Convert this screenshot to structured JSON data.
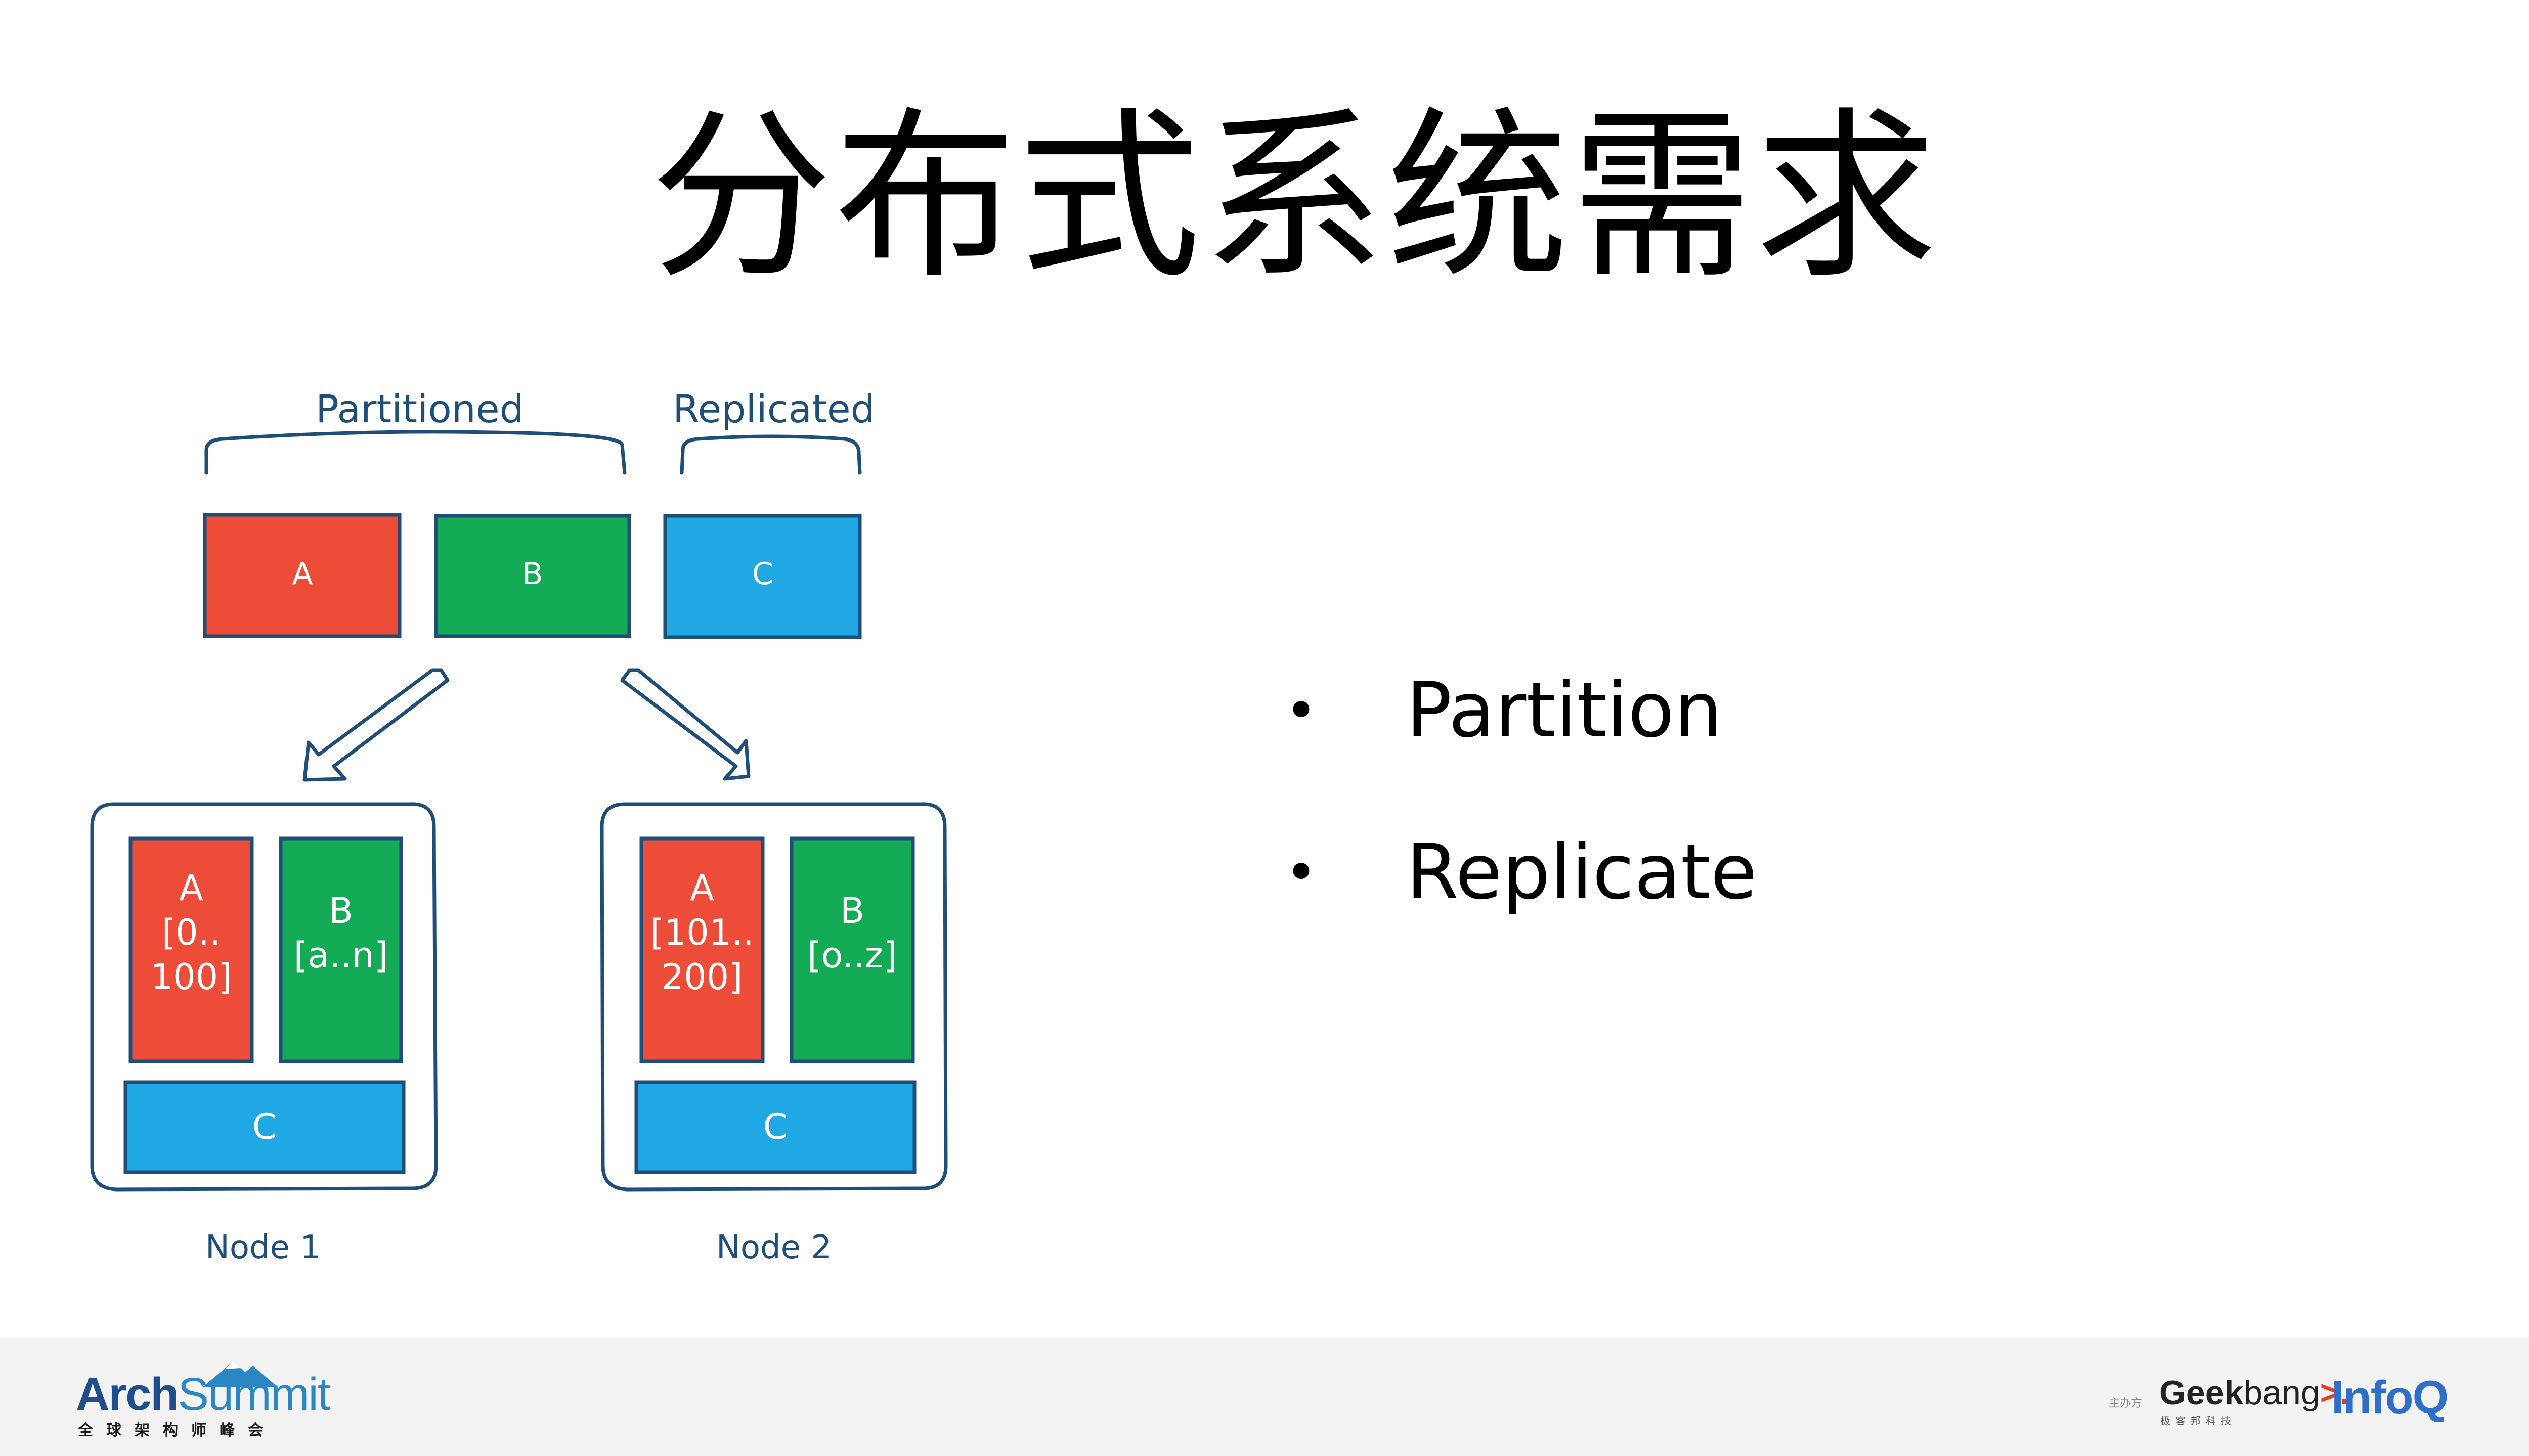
{
  "slide": {
    "title": "分布式系统需求"
  },
  "diagram": {
    "labels": {
      "partitioned": "Partitioned",
      "replicated": "Replicated"
    },
    "source_blocks": [
      {
        "label": "A",
        "color": "#ec4c38"
      },
      {
        "label": "B",
        "color": "#13ab55"
      },
      {
        "label": "C",
        "color": "#1fa8e4"
      }
    ],
    "nodes": [
      {
        "name": "Node 1",
        "a_lines": [
          "A",
          "[0..",
          "100]"
        ],
        "b_lines": [
          "B",
          "[a..n]"
        ],
        "c_label": "C"
      },
      {
        "name": "Node 2",
        "a_lines": [
          "A",
          "[101..",
          "200]"
        ],
        "b_lines": [
          "B",
          "[o..z]"
        ],
        "c_label": "C"
      }
    ],
    "stroke_color": "#1f4e79"
  },
  "bullets": [
    {
      "dot": "•",
      "text": "Partition"
    },
    {
      "dot": "•",
      "text": "Replicate"
    }
  ],
  "footer": {
    "left_logo": {
      "arch": "Arch",
      "summit": "Summit",
      "subtitle": "全球架构师峰会"
    },
    "right_logo": {
      "host": "主办方",
      "geek": "Geek",
      "bang": "bang",
      "arrow": ">.",
      "geek_sub": "极客邦科技",
      "infoq": "InfoQ"
    }
  }
}
